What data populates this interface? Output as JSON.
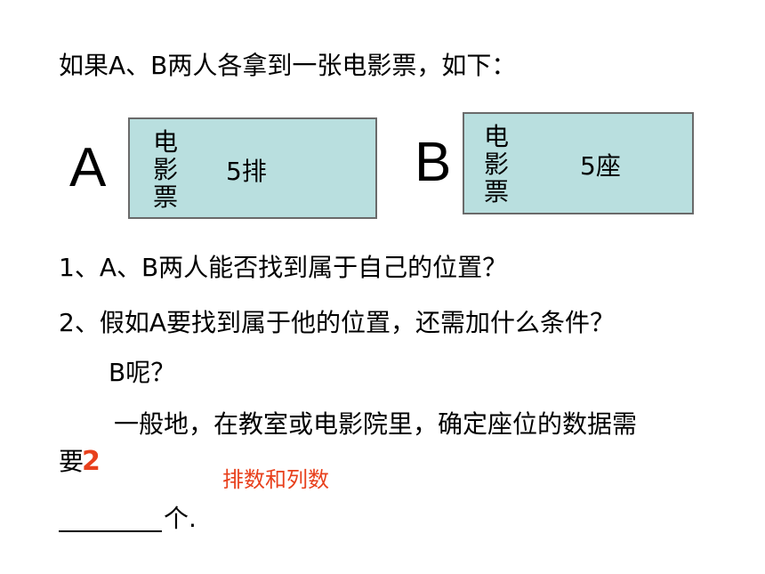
{
  "intro": "如果A、B两人各拿到一张电影票，如下：",
  "ticketA": {
    "letter": "A",
    "label_chars": [
      "电",
      "影",
      "票"
    ],
    "value": "5排"
  },
  "ticketB": {
    "letter": "B",
    "label_chars": [
      "电",
      "影",
      "票"
    ],
    "value": "5座"
  },
  "question1": "1、A、B两人能否找到属于自己的位置？",
  "question2": "2、假如A要找到属于他的位置，还需加什么条件？",
  "question2_b": "B呢？",
  "statement_line1": "一般地，在教室或电影院里，确定座位的数据需",
  "statement_line2_prefix": "要",
  "answer_count": "2",
  "answer_text": "排数和列数",
  "statement_end": "个.",
  "colors": {
    "answer": "#e8401c",
    "ticket_fill": "#b9dfdf"
  }
}
